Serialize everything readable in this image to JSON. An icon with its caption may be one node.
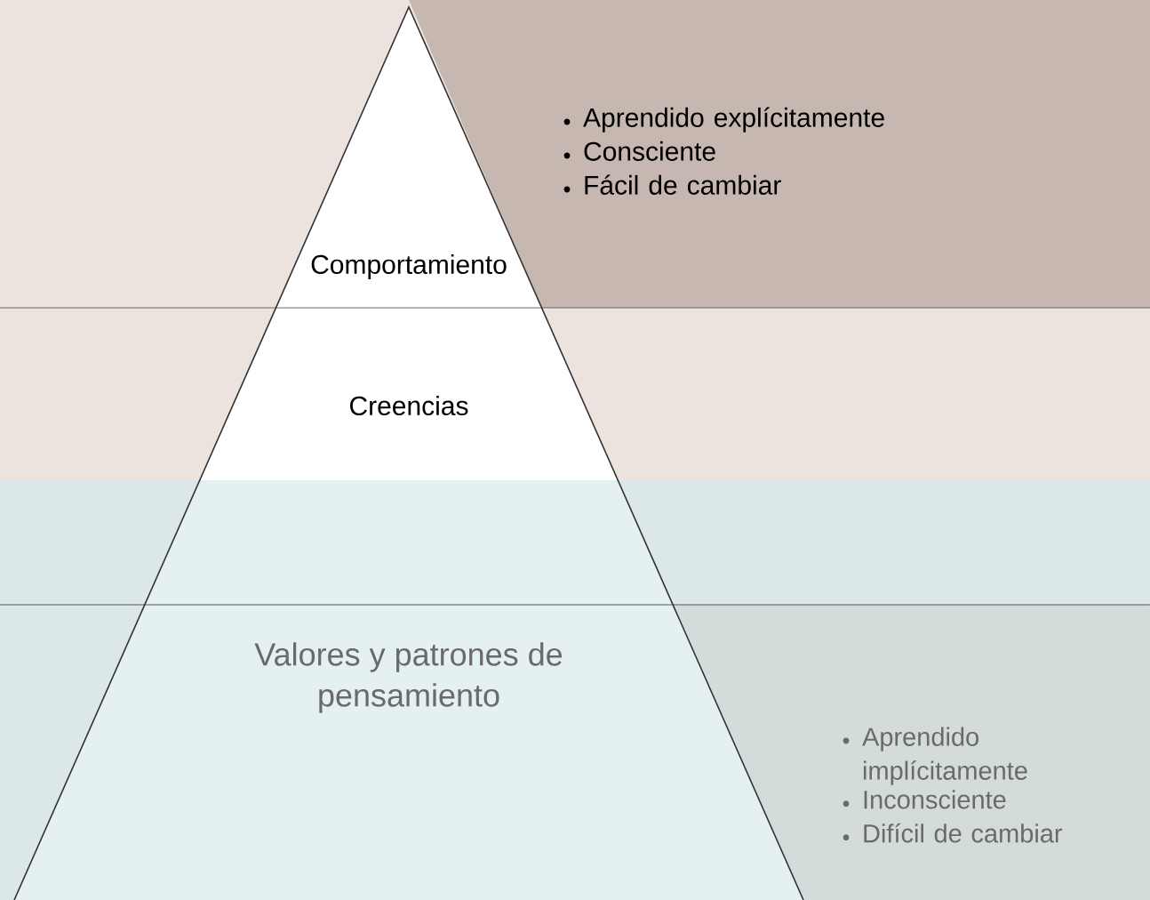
{
  "diagram": {
    "nodes": [
      {
        "text": [
          "Comportamiento"
        ]
      },
      {
        "text": [
          "Aprendido explícitamente",
          "Consciente",
          "Fácil de cambiar"
        ]
      },
      {
        "text": [
          "Creencias"
        ]
      },
      {
        "text": [],
        "shape": "band"
      },
      {
        "text": [
          "Valores y patrones de pensamiento"
        ]
      },
      {
        "text": [
          "Aprendido implícitamente",
          "Inconsciente",
          "Difícil de cambiar"
        ]
      }
    ]
  }
}
